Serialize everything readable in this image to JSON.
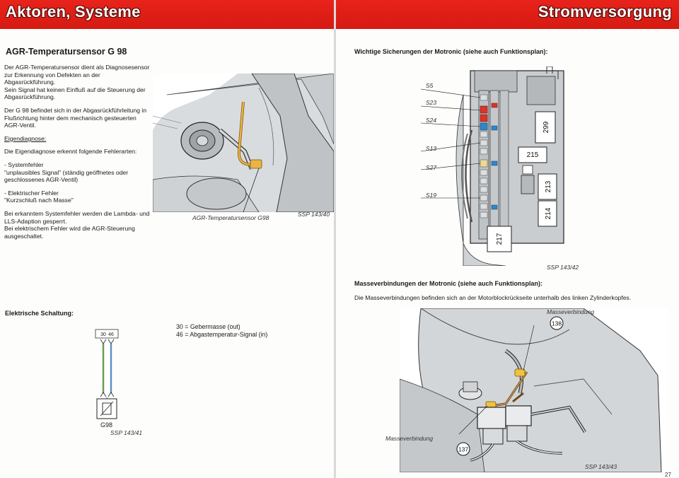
{
  "left_page": {
    "banner_title": "Aktoren, Systeme",
    "section_title": "AGR-Temperatursensor G 98",
    "intro_p1": "Der AGR-Temperatursensor dient als Diagnosesensor zur Erkennung von Defekten an der Abgasrückführung.",
    "intro_p2": "Sein Signal hat keinen Einfluß auf die Steuerung der Abgasrückführung.",
    "install_p": "Der G 98 befindet sich in der Abgasrückführleitung in Flußrichtung hinter dem mechanisch gesteuerten AGR-Ventil.",
    "diag_heading": "Eigendiagnose:",
    "diag_intro": "Die Eigendiagnose erkennt folgende Fehlerarten:",
    "fault1_title": "- Systemfehler",
    "fault1_detail": "\"unplausibles Signal\" (ständig geöffnetes oder geschlossenes AGR-Ventil)",
    "fault2_title": "- Elektrischer Fehler",
    "fault2_detail": "\"Kurzschluß nach Masse\"",
    "result_p1": "Bei erkanntem Systemfehler werden die Lambda- und LLS-Adaption gesperrt.",
    "result_p2": "Bei elektrischem Fehler wird die AGR-Steuerung ausgeschaltet.",
    "sensor_figure": {
      "label": "AGR-Temperatursensor G98",
      "ref": "SSP 143/40"
    },
    "circuit": {
      "heading": "Elektrische Schaltung:",
      "pin_a": "30",
      "pin_b": "46",
      "component": "G98",
      "ref": "SSP 143/41",
      "legend": [
        {
          "pin": "30",
          "desc": "= Gebermasse (out)"
        },
        {
          "pin": "46",
          "desc": "= Abgastemperatur-Signal (in)"
        }
      ],
      "wire_colors": {
        "a": "#6a9a4c",
        "b": "#5b8fc4"
      }
    }
  },
  "right_page": {
    "banner_title": "Stromversorgung",
    "fuses_heading": "Wichtige Sicherungen der Motronic (siehe auch Funktionsplan):",
    "fuse_labels": [
      "S5",
      "S23",
      "S24",
      "S13",
      "S27",
      "S19"
    ],
    "relay_labels": [
      "299",
      "215",
      "213",
      "214",
      "217"
    ],
    "fuse_colors": {
      "red": "#d9352b",
      "blue": "#2f86c8",
      "beige": "#e8d9a0"
    },
    "fuse_ref": "SSP 143/42",
    "ground_heading": "Masseverbindungen der Motronic (siehe auch Funktionsplan):",
    "ground_text": "Die Masseverbindungen befinden sich an der Motorblockrückseite unterhalb des linken Zylinderkopfes.",
    "ground_label_top": "Masseverbindung",
    "ground_num_top": "138",
    "ground_label_bottom": "Masseverbindung",
    "ground_num_bottom": "137",
    "ground_ref": "SSP 143/43",
    "page_number": "27"
  }
}
